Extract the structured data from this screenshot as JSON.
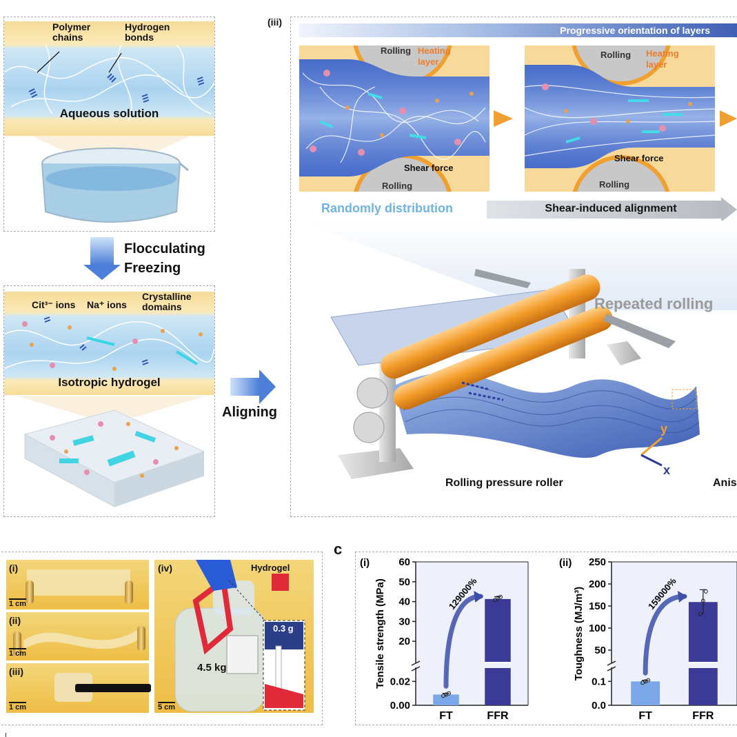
{
  "panel_a": {
    "label_polymer": "Polymer chains",
    "label_hydrogen": "Hydrogen bonds",
    "caption_solution": "Aqueous solution",
    "step_1": "Flocculating",
    "step_2": "Freezing",
    "label_cit": "Cit³⁻ ions",
    "label_na": "Na⁺ ions",
    "label_crystal": "Crystalline domains",
    "caption_hydrogel": "Isotropic hydrogel",
    "step_align": "Aligning"
  },
  "panel_iii": {
    "tag": "(iii)",
    "banner": "Progressive orientation of layers",
    "rolling": "Rolling",
    "heating": "Heating layer",
    "shear_force": "Shear force",
    "random": "Randomly distribution",
    "shear_align": "Shear-induced alignment",
    "repeated": "Repeated rolling",
    "roller": "Rolling pressure roller",
    "axis_y": "y",
    "axis_x": "x",
    "cut": "Anis"
  },
  "panel_b": {
    "tags": [
      "(i)",
      "(ii)",
      "(iii)",
      "(iv)"
    ],
    "scale_1cm": "1 cm",
    "scale_5cm": "5 cm",
    "hydrogel": "Hydrogel",
    "weight": "4.5 kg",
    "mass": "0.3 g"
  },
  "panel_c": {
    "letter": "c",
    "colors": {
      "ft": "#7ba7e8",
      "ffr": "#3b3a97",
      "arrow": "#3c4fa8"
    }
  },
  "chart_data": [
    {
      "type": "bar",
      "tag": "(i)",
      "categories": [
        "FT",
        "FFR"
      ],
      "values": [
        0.009,
        41.3
      ],
      "error": [
        0.001,
        1.2
      ],
      "points": [
        [
          0.008,
          0.009,
          0.01
        ],
        [
          40.8,
          41.9,
          42.4
        ]
      ],
      "annotation": "129000%",
      "ylabel": "Tensile strength (MPa)",
      "yticks_upper": [
        "20",
        "30",
        "40",
        "50",
        "60"
      ],
      "yticks_lower": [
        "0.00",
        "0.02"
      ],
      "ylim_upper": [
        10,
        60
      ],
      "ylim_lower": [
        0,
        0.03
      ],
      "axis_break": true
    },
    {
      "type": "bar",
      "tag": "(ii)",
      "categories": [
        "FT",
        "FFR"
      ],
      "values": [
        0.1,
        159
      ],
      "error": [
        0.005,
        28
      ],
      "points": [
        [
          0.095,
          0.1,
          0.105
        ],
        [
          132,
          162,
          183
        ]
      ],
      "annotation": "159000%",
      "ylabel": "Toughness (MJ/m³)",
      "yticks_upper": [
        "50",
        "100",
        "150",
        "200",
        "250"
      ],
      "yticks_lower": [
        "0.0",
        "0.1"
      ],
      "ylim_upper": [
        25,
        250
      ],
      "ylim_lower": [
        0,
        0.15
      ],
      "axis_break": true
    }
  ]
}
